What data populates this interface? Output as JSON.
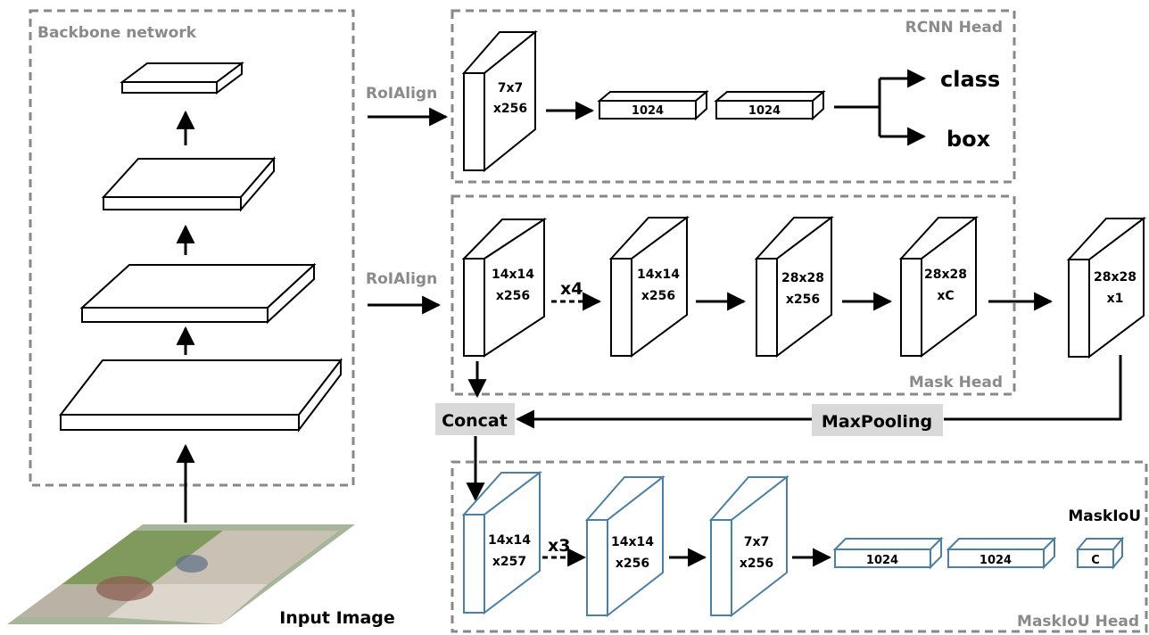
{
  "backbone": {
    "title": "Backbone network",
    "input_label": "Input Image"
  },
  "rcnn_head": {
    "title": "RCNN Head",
    "roialign_label": "RoIAlign",
    "block_7x7": [
      "7x7",
      "x256"
    ],
    "fc1": "1024",
    "fc2": "1024",
    "out_class": "class",
    "out_box": "box"
  },
  "mask_head": {
    "title": "Mask Head",
    "roialign_label": "RoIAlign",
    "repeat_label": "x4",
    "blocks": [
      [
        "14x14",
        "x256"
      ],
      [
        "14x14",
        "x256"
      ],
      [
        "28x28",
        "x256"
      ],
      [
        "28x28",
        "xC"
      ],
      [
        "28x28",
        "x1"
      ]
    ]
  },
  "ops": {
    "concat": "Concat",
    "maxpool": "MaxPooling"
  },
  "maskiou_head": {
    "title": "MaskIoU Head",
    "output_label": "MaskIoU",
    "repeat_label": "x3",
    "blocks": [
      [
        "14x14",
        "x257"
      ],
      [
        "14x14",
        "x256"
      ],
      [
        "7x7",
        "x256"
      ]
    ],
    "fc1": "1024",
    "fc2": "1024",
    "out_c": "C"
  },
  "colors": {
    "black": "#000000",
    "blue": "#4a7fa6",
    "grey_text": "#8a8a8a",
    "op_box": "#d9d9d9",
    "dashed_border": "#888888"
  }
}
